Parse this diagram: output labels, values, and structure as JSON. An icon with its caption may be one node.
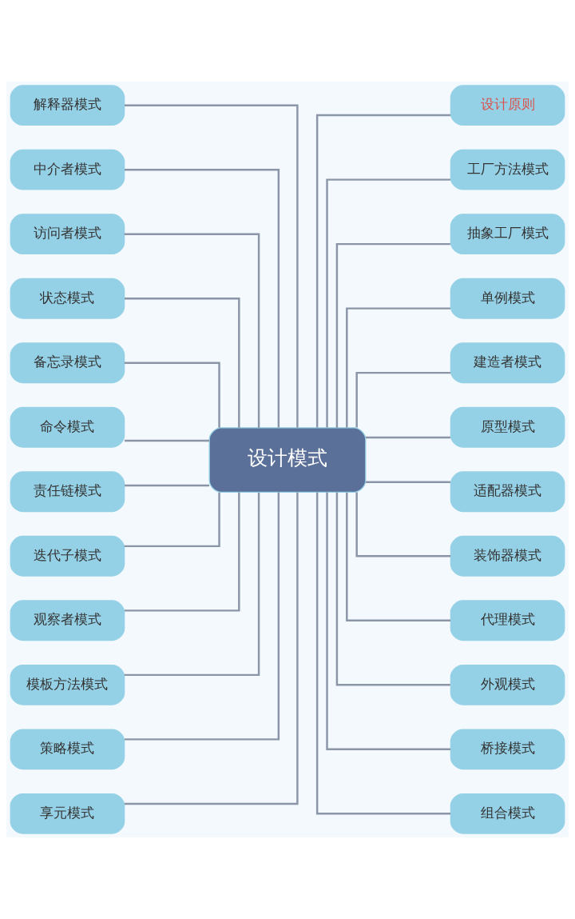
{
  "diagram": {
    "nodes": [
      {
        "text": [
          "设计模式"
        ]
      },
      {
        "text": [
          "解释器模式"
        ]
      },
      {
        "text": [
          "中介者模式"
        ]
      },
      {
        "text": [
          "访问者模式"
        ]
      },
      {
        "text": [
          "状态模式"
        ]
      },
      {
        "text": [
          "备忘录模式"
        ]
      },
      {
        "text": [
          "命令模式"
        ]
      },
      {
        "text": [
          "责任链模式"
        ]
      },
      {
        "text": [
          "迭代子模式"
        ]
      },
      {
        "text": [
          "观察者模式"
        ]
      },
      {
        "text": [
          "模板方法模式"
        ]
      },
      {
        "text": [
          "策略模式"
        ]
      },
      {
        "text": [
          "享元模式"
        ]
      },
      {
        "text": [
          "设计原则"
        ]
      },
      {
        "text": [
          "工厂方法模式"
        ]
      },
      {
        "text": [
          "抽象工厂模式"
        ]
      },
      {
        "text": [
          "单例模式"
        ]
      },
      {
        "text": [
          "建造者模式"
        ]
      },
      {
        "text": [
          "原型模式"
        ]
      },
      {
        "text": [
          "适配器模式"
        ]
      },
      {
        "text": [
          "装饰器模式"
        ]
      },
      {
        "text": [
          "代理模式"
        ]
      },
      {
        "text": [
          "外观模式"
        ]
      },
      {
        "text": [
          "桥接模式"
        ]
      },
      {
        "text": [
          "组合模式"
        ]
      }
    ],
    "edges": [
      {
        "from": 0,
        "to": 1,
        "arrow": "none"
      },
      {
        "from": 0,
        "to": 2,
        "arrow": "none"
      },
      {
        "from": 0,
        "to": 3,
        "arrow": "none"
      },
      {
        "from": 0,
        "to": 4,
        "arrow": "none"
      },
      {
        "from": 0,
        "to": 5,
        "arrow": "none"
      },
      {
        "from": 0,
        "to": 6,
        "arrow": "none"
      },
      {
        "from": 0,
        "to": 7,
        "arrow": "none"
      },
      {
        "from": 0,
        "to": 8,
        "arrow": "none"
      },
      {
        "from": 0,
        "to": 9,
        "arrow": "none"
      },
      {
        "from": 0,
        "to": 10,
        "arrow": "none"
      },
      {
        "from": 0,
        "to": 11,
        "arrow": "none"
      },
      {
        "from": 0,
        "to": 12,
        "arrow": "none"
      },
      {
        "from": 0,
        "to": 13,
        "arrow": "none"
      },
      {
        "from": 0,
        "to": 14,
        "arrow": "none"
      },
      {
        "from": 0,
        "to": 15,
        "arrow": "none"
      },
      {
        "from": 0,
        "to": 16,
        "arrow": "none"
      },
      {
        "from": 0,
        "to": 17,
        "arrow": "none"
      },
      {
        "from": 0,
        "to": 18,
        "arrow": "none"
      },
      {
        "from": 0,
        "to": 19,
        "arrow": "none"
      },
      {
        "from": 0,
        "to": 20,
        "arrow": "none"
      },
      {
        "from": 0,
        "to": 21,
        "arrow": "none"
      },
      {
        "from": 0,
        "to": 22,
        "arrow": "none"
      },
      {
        "from": 0,
        "to": 23,
        "arrow": "none"
      },
      {
        "from": 0,
        "to": 24,
        "arrow": "none"
      }
    ]
  }
}
